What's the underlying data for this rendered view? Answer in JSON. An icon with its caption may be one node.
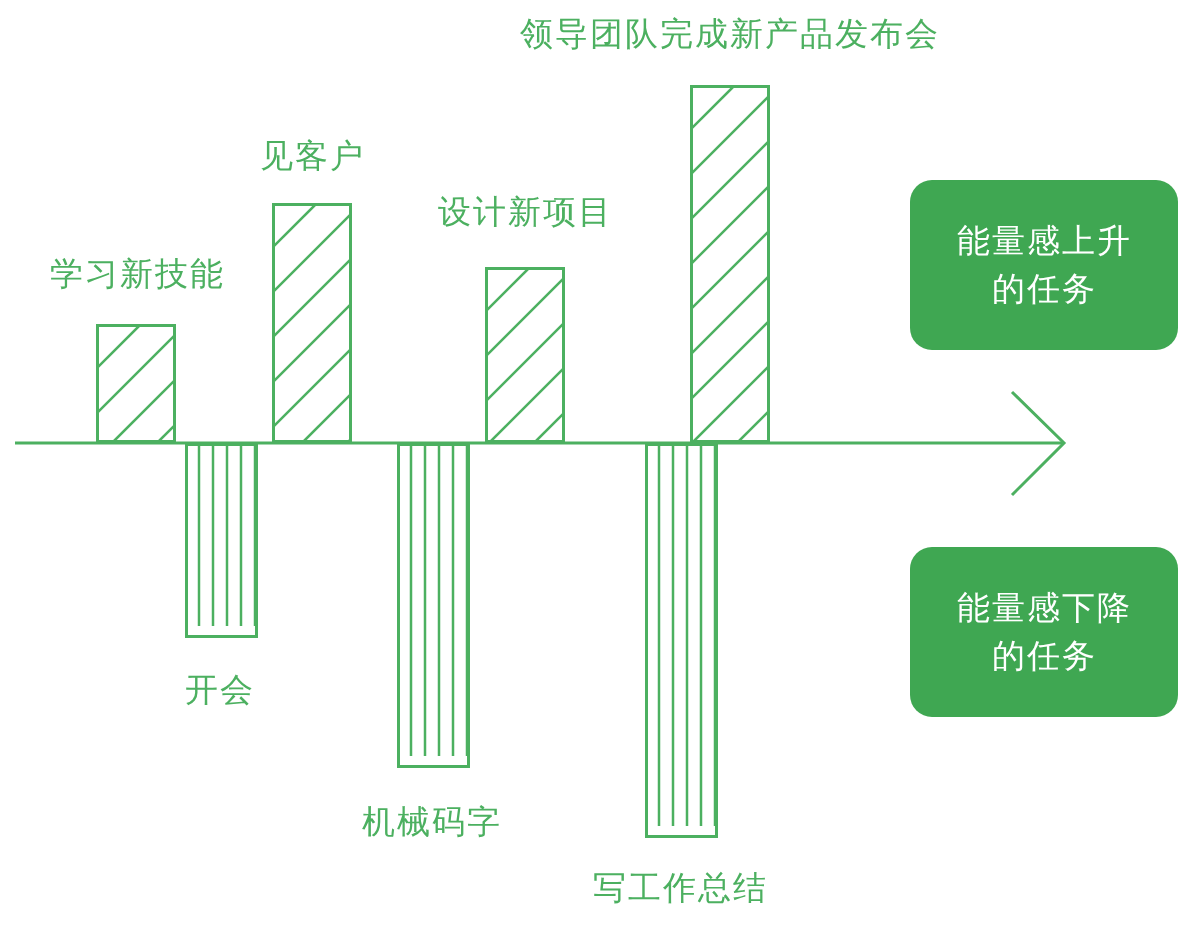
{
  "diagram": {
    "nodes": [
      {
        "text": [
          "能量感上升的任务"
        ]
      },
      {
        "text": [
          "能量感下降的任务"
        ]
      }
    ],
    "edges": [],
    "labels": [
      "领导团队完成新产品发布会",
      "见客户",
      "设计新项目",
      "学习新技能",
      "开会",
      "机械码字",
      "写工作总结"
    ]
  }
}
